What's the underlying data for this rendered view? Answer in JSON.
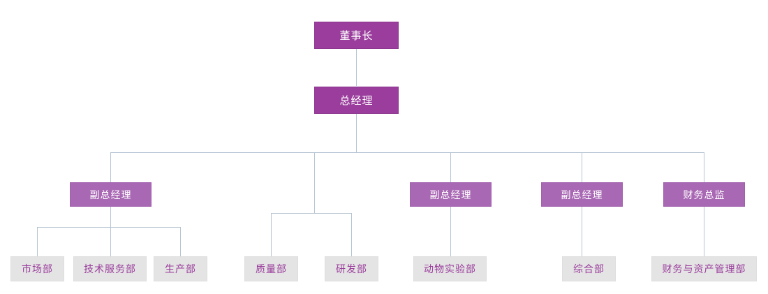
{
  "chart": {
    "type": "org-chart",
    "title": "",
    "palette": {
      "level1_fill": "#9A3D9C",
      "level2_fill": "#A968B4",
      "level3_fill": "#E4E4E4",
      "level3_text": "#9A3D9C",
      "connector": "#B6C4D2",
      "background": "#FFFFFF"
    },
    "nodes": {
      "chairman": {
        "label": "董事长",
        "level": 1
      },
      "general_manager": {
        "label": "总经理",
        "level": 1
      },
      "vp1": {
        "label": "副总经理",
        "level": 2
      },
      "vp2": {
        "label": "副总经理",
        "level": 2
      },
      "vp3": {
        "label": "副总经理",
        "level": 2
      },
      "cfo": {
        "label": "财务总监",
        "level": 2
      },
      "dept_marketing": {
        "label": "市场部",
        "level": 3
      },
      "dept_tech_service": {
        "label": "技术服务部",
        "level": 3
      },
      "dept_production": {
        "label": "生产部",
        "level": 3
      },
      "dept_quality": {
        "label": "质量部",
        "level": 3
      },
      "dept_rd": {
        "label": "研发部",
        "level": 3
      },
      "dept_animal_lab": {
        "label": "动物实验部",
        "level": 3
      },
      "dept_general_affairs": {
        "label": "综合部",
        "level": 3
      },
      "dept_finance_asset": {
        "label": "财务与资产管理部",
        "level": 3
      }
    }
  }
}
